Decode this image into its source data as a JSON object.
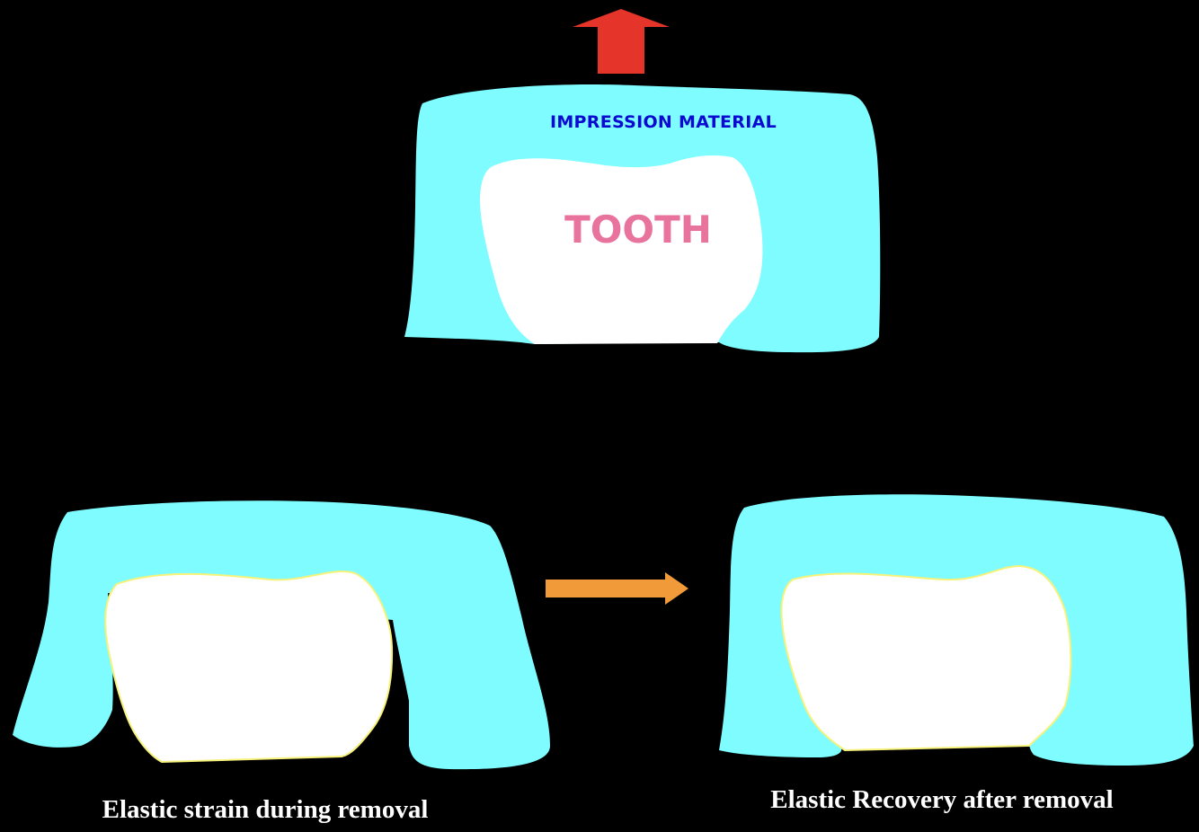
{
  "diagram": {
    "top_panel": {
      "material_label": "IMPRESSION MATERIAL",
      "tooth_label": "TOOTH"
    },
    "left_panel": {
      "caption": "Elastic strain during removal"
    },
    "right_panel": {
      "caption": "Elastic Recovery after removal"
    },
    "arrows": {
      "removal_direction": "up",
      "transition_direction": "right"
    },
    "colors": {
      "background": "#000000",
      "impression_material": "#7ffcff",
      "tooth": "#ffffff",
      "tooth_outline": "#f6f27a",
      "material_label": "#0a0ad0",
      "tooth_label": "#e8739c",
      "removal_arrow": "#e5352a",
      "transition_arrow": "#f09a3a",
      "caption": "#ffffff"
    }
  }
}
